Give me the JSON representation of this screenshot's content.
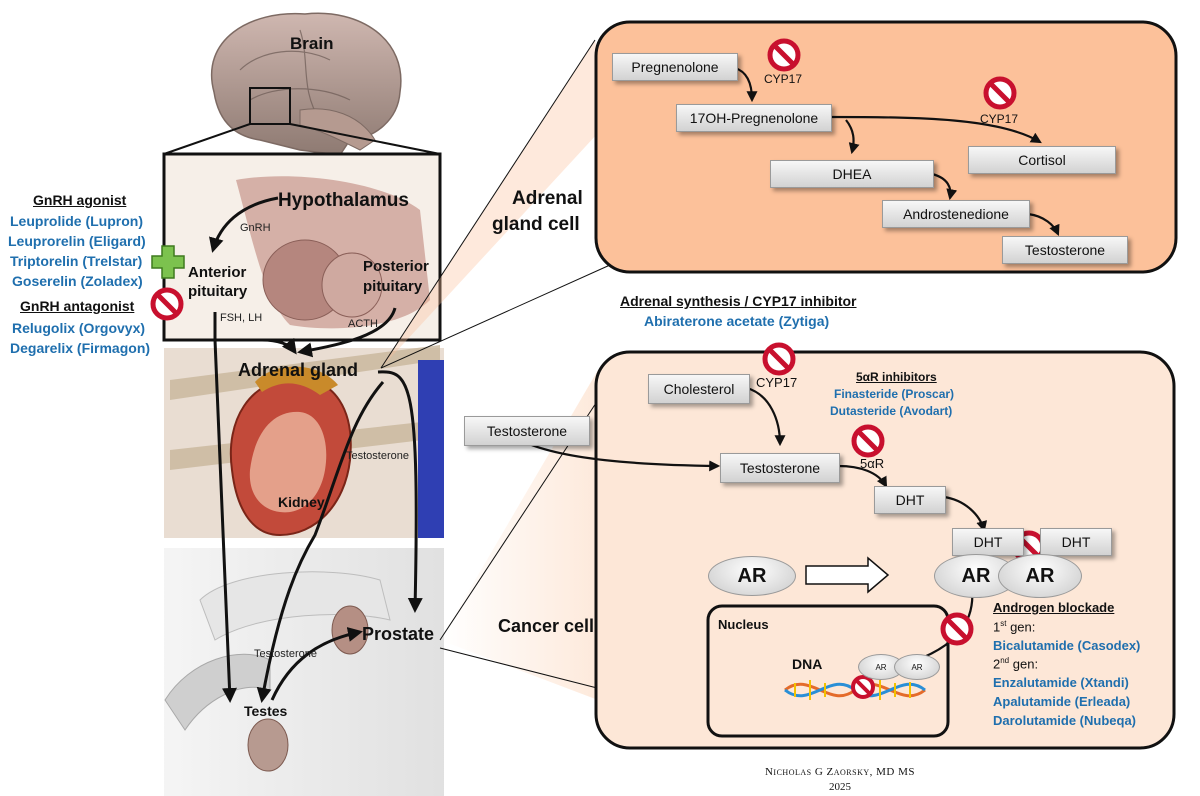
{
  "anatomy": {
    "brain": "Brain",
    "hypothalamus": "Hypothalamus",
    "gnrh": "GnRH",
    "anterior_pituitary": [
      "Anterior",
      "pituitary"
    ],
    "posterior_pituitary": [
      "Posterior",
      "pituitary"
    ],
    "fsh_lh": "FSH, LH",
    "acth": "ACTH",
    "adrenal_gland": "Adrenal gland",
    "testosterone_label": "Testosterone",
    "kidney": "Kidney",
    "prostate": "Prostate",
    "testes": "Testes",
    "testosterone_label2": "Testosterone"
  },
  "gnrh_agonist": {
    "title": "GnRH agonist",
    "drugs": [
      "Leuprolide (Lupron)",
      "Leuprorelin (Eligard)",
      "Triptorelin (Trelstar)",
      "Goserelin (Zoladex)"
    ]
  },
  "gnrh_antagonist": {
    "title": "GnRH antagonist",
    "drugs": [
      "Relugolix (Orgovyx)",
      "Degarelix (Firmagon)"
    ]
  },
  "adrenal_cell": {
    "label": [
      "Adrenal",
      "gland cell"
    ],
    "pregnenolone": "Pregnenolone",
    "cyp17_a": "CYP17",
    "oh_pregnenolone": "17OH-Pregnenolone",
    "cyp17_b": "CYP17",
    "cortisol": "Cortisol",
    "dhea": "DHEA",
    "androstenedione": "Androstenedione",
    "testosterone": "Testosterone"
  },
  "adrenal_inhibitor": {
    "title": "Adrenal synthesis / CYP17 inhibitor",
    "drug": "Abiraterone acetate (Zytiga)"
  },
  "cancer_cell": {
    "label": "Cancer cell",
    "testosterone_outside": "Testosterone",
    "cholesterol": "Cholesterol",
    "cyp17": "CYP17",
    "testosterone": "Testosterone",
    "five_ar": "5αR",
    "dht": "DHT",
    "dht_a": "DHT",
    "dht_b": "DHT",
    "ar_free": "AR",
    "ar_a": "AR",
    "ar_b": "AR",
    "nucleus": "Nucleus",
    "dna": "DNA",
    "ar_small_a": "AR",
    "ar_small_b": "AR"
  },
  "five_ar_inhibitors": {
    "title": "5αR inhibitors",
    "drugs": [
      "Finasteride (Proscar)",
      "Dutasteride (Avodart)"
    ]
  },
  "androgen_blockade": {
    "title": "Androgen blockade",
    "first_gen_prefix": "1",
    "first_gen_sup": "st",
    "first_gen_suffix": " gen:",
    "first_gen_drugs": [
      "Bicalutamide (Casodex)"
    ],
    "second_gen_prefix": "2",
    "second_gen_sup": "nd",
    "second_gen_suffix": " gen:",
    "second_gen_drugs": [
      "Enzalutamide (Xtandi)",
      "Apalutamide (Erleada)",
      "Darolutamide (Nubeqa)"
    ]
  },
  "credit": {
    "author": "Nicholas G Zaorsky, MD MS",
    "year": "2025"
  },
  "colors": {
    "adrenal_fill": "#fcc19a",
    "cancer_fill": "#fde7d7",
    "drug_blue": "#1f6fae",
    "ban_red": "#c8102e",
    "plus_green": "#7cc24e"
  }
}
